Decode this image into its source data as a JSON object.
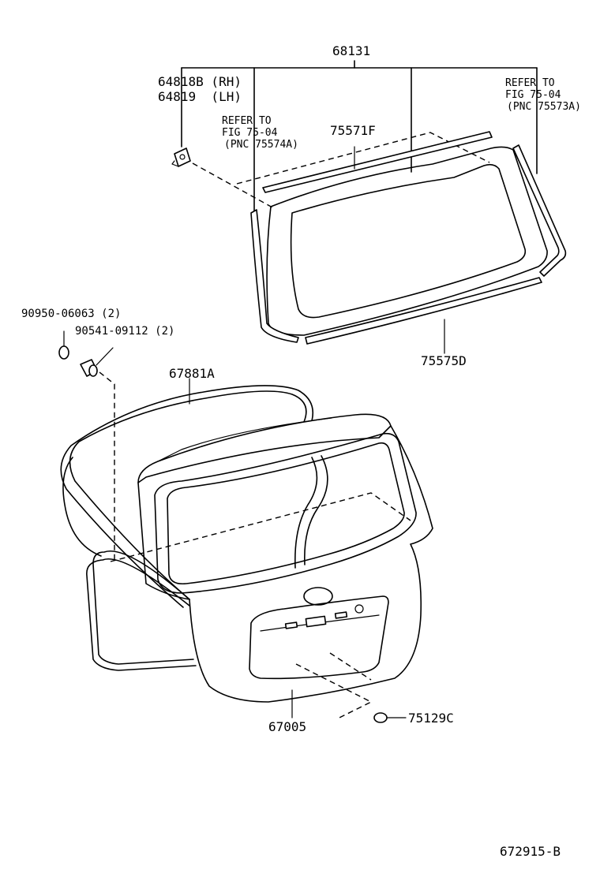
{
  "labels": {
    "assy": "68131",
    "hinge_rh": "64818B (RH)",
    "hinge_lh": "64819  (LH)",
    "refer_left_1": "REFER TO",
    "refer_left_2": "FIG 75-04",
    "refer_left_3": "(PNC 75574A)",
    "refer_right_1": "REFER TO",
    "refer_right_2": "FIG 75-04",
    "refer_right_3": "(PNC 75573A)",
    "moulding_upper": "75571F",
    "moulding_lower": "75575D",
    "plug": "90950-06063 (2)",
    "stopper": "90541-09112 (2)",
    "weatherstrip": "67881A",
    "door_panel": "67005",
    "cover": "75129C",
    "figure_id": "672915-B"
  }
}
